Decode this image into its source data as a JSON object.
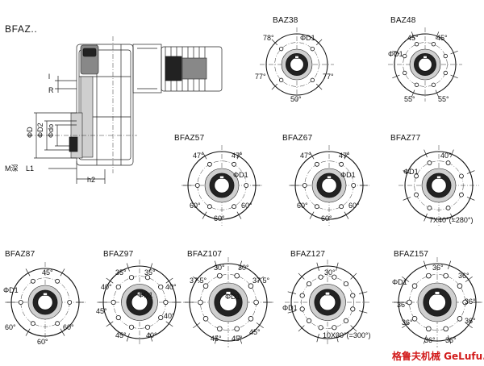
{
  "main_title": "BFAZ..",
  "side_view": {
    "dims": [
      "l",
      "R",
      "ΦD",
      "ΦD2",
      "Φdo",
      "M深",
      "L1",
      "h2"
    ]
  },
  "flanges": [
    {
      "id": "baz38",
      "title": "BAZ38",
      "labels": [
        "78°",
        "ΦD1",
        "77°",
        "77°",
        "50°"
      ]
    },
    {
      "id": "baz48",
      "title": "BAZ48",
      "labels": [
        "45°",
        "45°",
        "ΦD1",
        "55°",
        "55°"
      ]
    },
    {
      "id": "bfaz57",
      "title": "BFAZ57",
      "labels": [
        "47°",
        "47°",
        "ΦD1",
        "60°",
        "60°",
        "60°"
      ]
    },
    {
      "id": "bfaz67",
      "title": "BFAZ67",
      "labels": [
        "47°",
        "47°",
        "ΦD1",
        "60°",
        "60°",
        "60°"
      ]
    },
    {
      "id": "bfaz77",
      "title": "BFAZ77",
      "labels": [
        "40°",
        "ΦD1",
        "7X40°(=280°)"
      ]
    },
    {
      "id": "bfaz87",
      "title": "BFAZ87",
      "labels": [
        "45°",
        "ΦD1",
        "60°",
        "60°",
        "60°"
      ]
    },
    {
      "id": "bfaz97",
      "title": "BFAZ97",
      "labels": [
        "35°",
        "35°",
        "40°",
        "40°",
        "ΦD1",
        "45°",
        "40°",
        "45°",
        "40°"
      ]
    },
    {
      "id": "bfaz107",
      "title": "BFAZ107",
      "labels": [
        "30°",
        "30°",
        "37.5°",
        "37.5°",
        "ΦD1",
        "45°",
        "45°",
        "45°"
      ]
    },
    {
      "id": "bfaz127",
      "title": "BFAZ127",
      "labels": [
        "30°",
        "ΦD1",
        "10X30°(=300°)"
      ]
    },
    {
      "id": "bfaz157",
      "title": "BFAZ157",
      "labels": [
        "ΦD1",
        "36°",
        "36°",
        "36°",
        "36°",
        "36°",
        "36°",
        "36°",
        "36°"
      ]
    }
  ],
  "watermark": "格鲁夫机械 GeLufu.Com"
}
